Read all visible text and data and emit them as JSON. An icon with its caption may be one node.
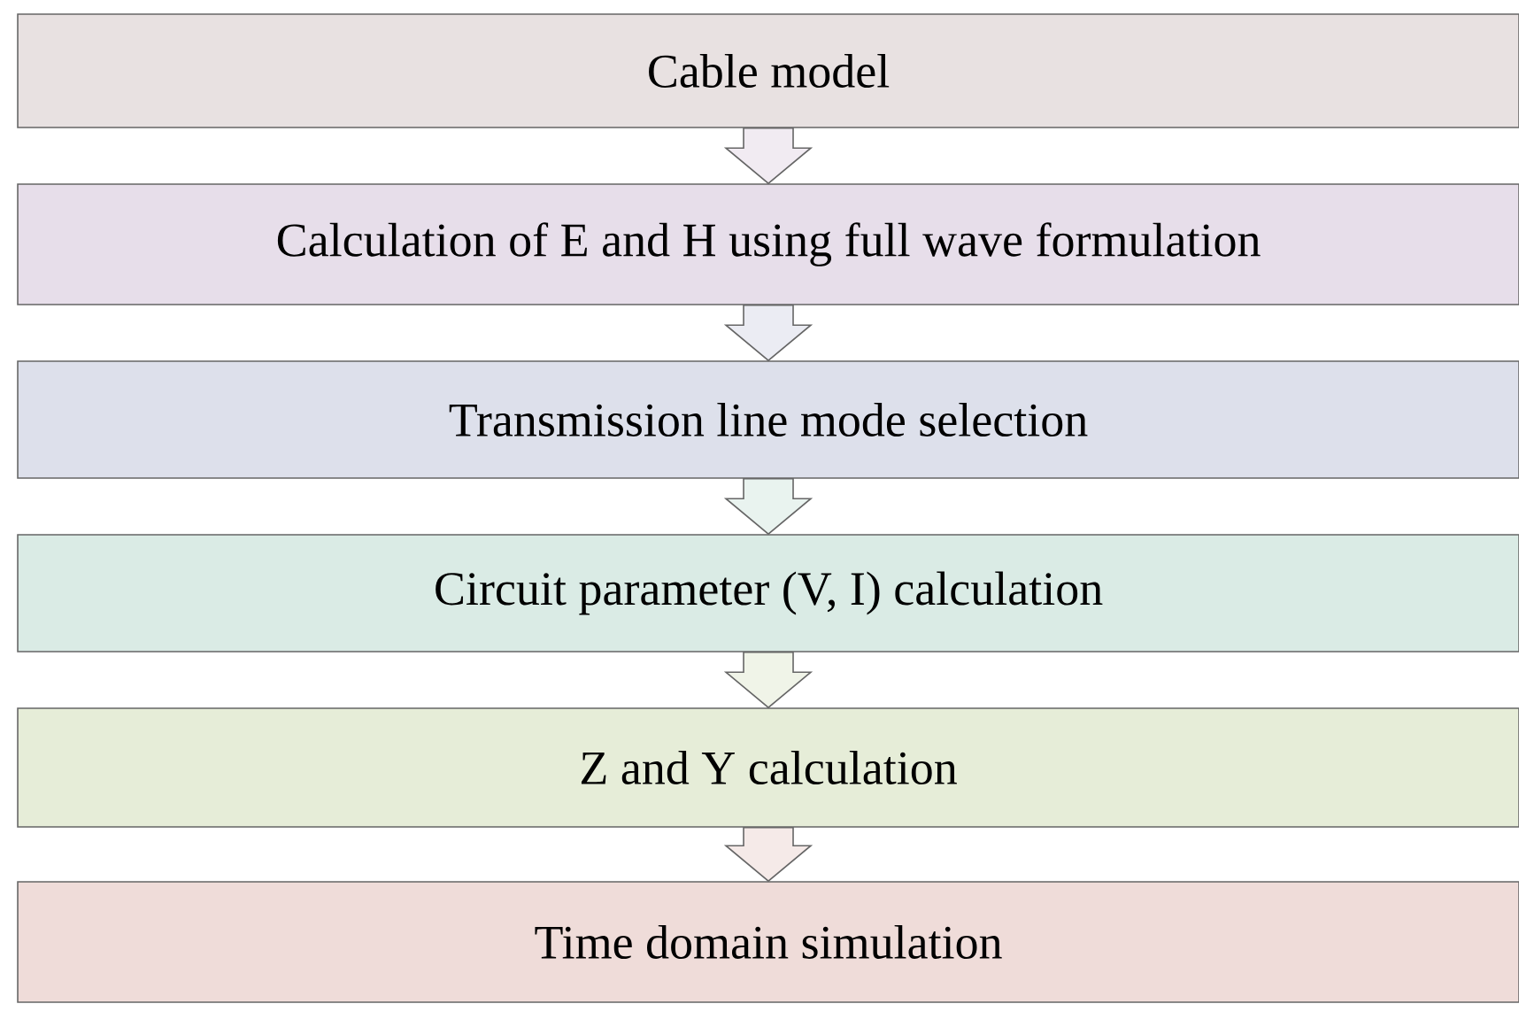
{
  "diagram": {
    "nodes": [
      {
        "text": [
          "Cable model"
        ]
      },
      {
        "text": [
          "Calculation of E and H using full wave formulation"
        ]
      },
      {
        "text": [
          "Transmission line mode selection"
        ]
      },
      {
        "text": [
          "Circuit parameter (V, I) calculation"
        ]
      },
      {
        "text": [
          "Z and Y calculation"
        ]
      },
      {
        "text": [
          "Time domain simulation"
        ]
      }
    ],
    "edges": [
      {
        "from": 0,
        "to": 1,
        "arrow": "to"
      },
      {
        "from": 1,
        "to": 2,
        "arrow": "to"
      },
      {
        "from": 2,
        "to": 3,
        "arrow": "to"
      },
      {
        "from": 3,
        "to": 4,
        "arrow": "to"
      },
      {
        "from": 4,
        "to": 5,
        "arrow": "to"
      }
    ]
  }
}
